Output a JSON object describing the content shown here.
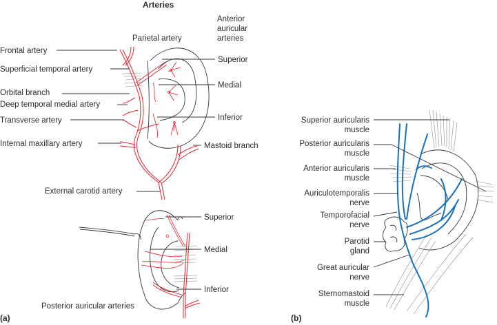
{
  "panel_a": {
    "panel_label": "(a)",
    "title": "Arteries",
    "top_ear": {
      "labels": {
        "parietal": "Parietal artery",
        "anterior_group_line1": "Anterior",
        "anterior_group_line2": "auricular",
        "anterior_group_line3": "arteries",
        "frontal": "Frontal artery",
        "superficial_temporal": "Superficial temporal artery",
        "orbital": "Orbital branch",
        "deep_temporal": "Deep temporal medial artery",
        "transverse": "Transverse artery",
        "internal_maxillary": "Internal maxillary artery",
        "external_carotid": "External carotid artery",
        "superior": "Superior",
        "medial": "Medial",
        "inferior": "Inferior",
        "mastoid": "Mastoid branch"
      }
    },
    "bottom_ear": {
      "labels": {
        "superior": "Superior",
        "medial": "Medial",
        "inferior": "Inferior",
        "posterior": "Posterior auricular arteries"
      }
    }
  },
  "panel_b": {
    "panel_label": "(b)",
    "labels": [
      {
        "line1": "Superior auricularis",
        "line2": "muscle"
      },
      {
        "line1": "Posterior auricularis",
        "line2": "muscle"
      },
      {
        "line1": "Anterior auricularis",
        "line2": "muscle"
      },
      {
        "line1": "Auriculotemporalis",
        "line2": "nerve"
      },
      {
        "line1": "Temporofacial",
        "line2": "nerve"
      },
      {
        "line1": "Parotid",
        "line2": "gland"
      },
      {
        "line1": "Great auricular",
        "line2": "nerve"
      },
      {
        "line1": "Sternomastoid",
        "line2": "muscle"
      }
    ]
  },
  "colors": {
    "artery": "#e8222b",
    "nerve": "#1a6fb8",
    "text": "#2b2b2b"
  }
}
